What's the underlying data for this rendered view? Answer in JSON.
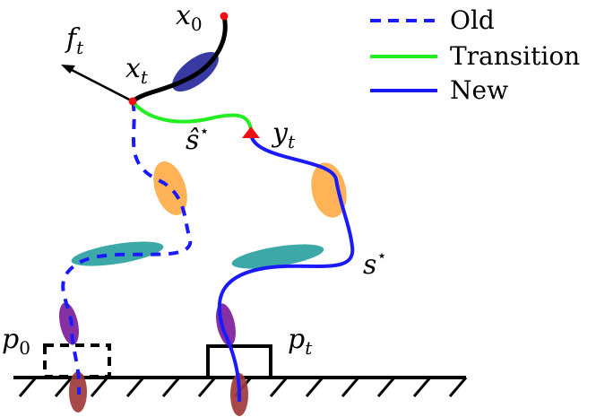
{
  "labels": {
    "x0_main": "x",
    "x0_sub": "0",
    "ft_main": "f",
    "ft_sub": "t",
    "xt_main": "x",
    "xt_sub": "t",
    "s_hat_star": "ŝ",
    "star": "⋆",
    "yt_main": "y",
    "yt_sub": "t",
    "s_star": "s",
    "p0_main": "p",
    "p0_sub": "0",
    "pt_main": "p",
    "pt_sub": "t"
  },
  "legend": [
    {
      "label": "Old",
      "color": "#1a1aff",
      "style": "dashed"
    },
    {
      "label": "Transition",
      "color": "#22dd22",
      "style": "solid"
    },
    {
      "label": "New",
      "color": "#1a1aff",
      "style": "solid"
    }
  ],
  "colors": {
    "old_path": "#1a1aff",
    "transition_path": "#22ee22",
    "new_path": "#1a1aff",
    "history": "#000000",
    "point_marker": "#ee1111",
    "ellipse_dark_blue": "#2e2e9e",
    "ellipse_orange": "#ffaa44",
    "ellipse_teal": "#33a3a3",
    "ellipse_purple": "#7a1a99",
    "ellipse_brown": "#a03a3a",
    "ground": "#000000"
  }
}
